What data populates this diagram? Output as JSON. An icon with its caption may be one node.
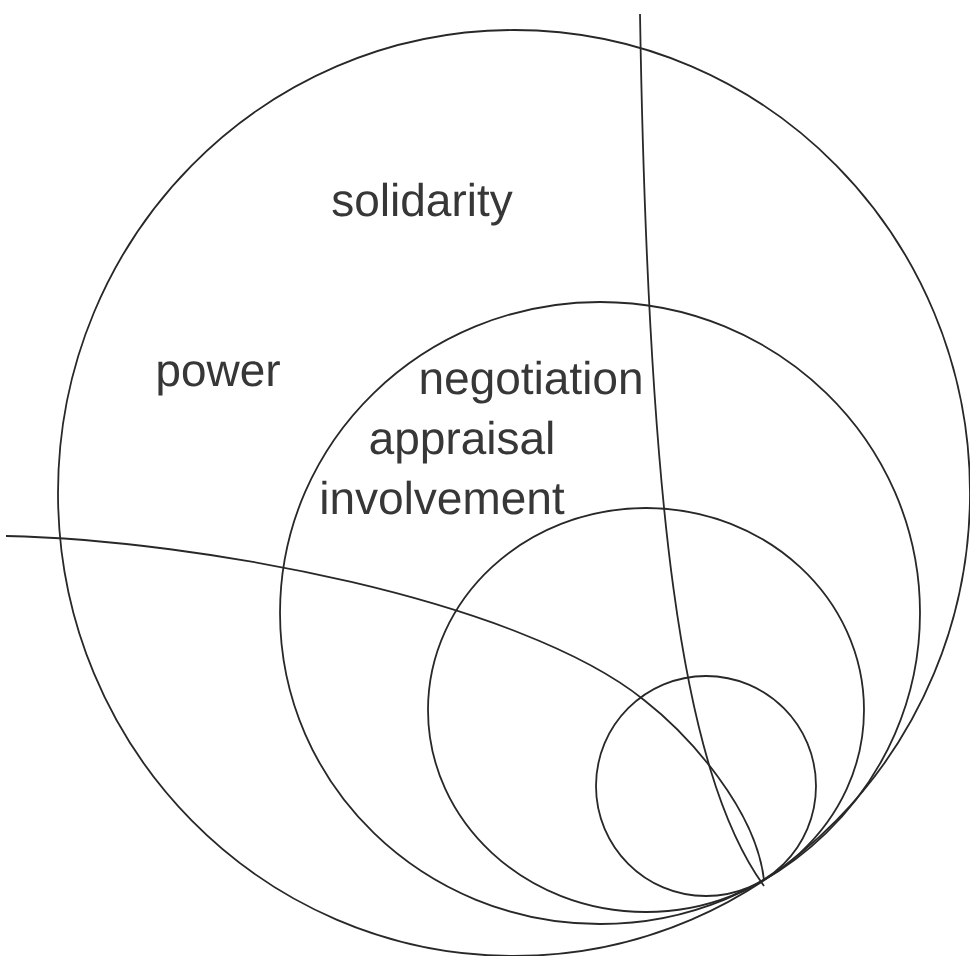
{
  "diagram": {
    "nodes": [
      {
        "text": [
          "solidarity",
          "power"
        ]
      },
      {
        "text": [
          "negotiation",
          "appraisal",
          "involvement"
        ],
        "in": 0
      },
      {
        "text": [],
        "shape": "circle",
        "in": 1
      },
      {
        "text": [],
        "shape": "circle",
        "in": 2
      }
    ]
  }
}
